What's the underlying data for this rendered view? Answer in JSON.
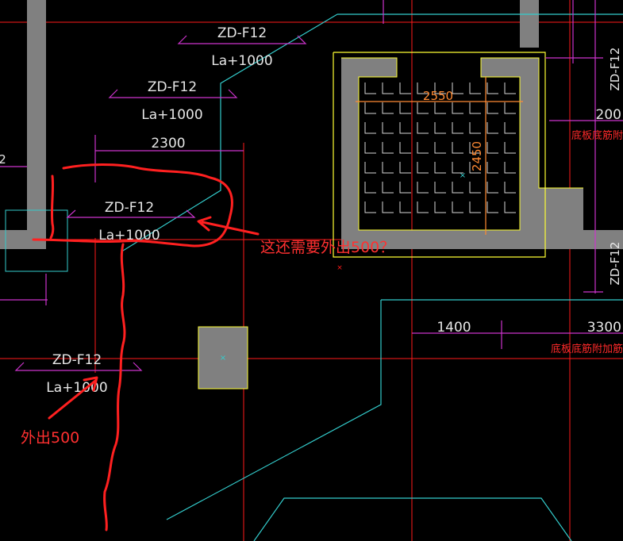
{
  "colors": {
    "background": "#000000",
    "wall_fill": "#808080",
    "outline_yellow": "#ffff33",
    "cyan": "#33cccc",
    "magenta": "#cc33cc",
    "red": "#ff1a1a",
    "grid_white": "#d9d9d9",
    "orange_dim": "#ff8a33",
    "annotation_red": "#ff2a2a"
  },
  "labels": {
    "zd_top": "ZD-F12",
    "la_top": "La+1000",
    "zd_mid": "ZD-F12",
    "la_mid": "La+1000",
    "dim_2300": "2300",
    "zd_left": "ZD-F12",
    "la_left": "La+1000",
    "zd_bottom": "ZD-F12",
    "la_bottom": "La+1000",
    "dim_2550": "2550",
    "dim_2450": "2450",
    "right_zd_top": "ZD-F12",
    "right_zd_bottom": "ZD-F12",
    "right_200": "200",
    "right_cn_top": "底板底筋附",
    "dim_1400": "1400",
    "dim_3300": "3300",
    "right_cn_bottom": "底板底筋附加筋",
    "dim_2_left": "2"
  },
  "annotations": {
    "question": "这还需要外出500？",
    "statement": "外出500"
  }
}
